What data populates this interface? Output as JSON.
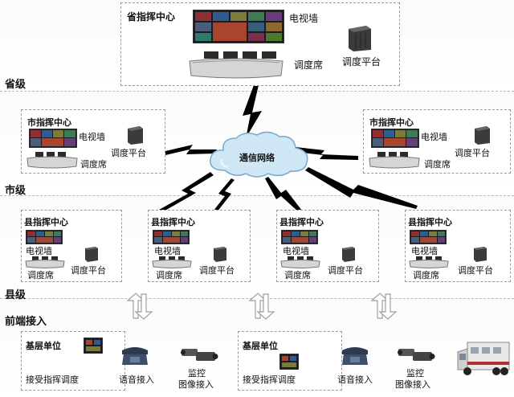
{
  "levels": {
    "province": "省级",
    "city": "市级",
    "county": "县级",
    "frontend": "前端接入"
  },
  "province_center": {
    "title": "省指挥中心",
    "tv_wall": "电视墙",
    "dispatch_seat": "调度席",
    "dispatch_platform": "调度平台"
  },
  "city_centers": [
    {
      "title": "市指挥中心",
      "tv_wall": "电视墙",
      "dispatch_seat": "调度席",
      "dispatch_platform": "调度平台"
    },
    {
      "title": "市指挥中心",
      "tv_wall": "电视墙",
      "dispatch_seat": "调度席",
      "dispatch_platform": "调度平台"
    }
  ],
  "county_centers": [
    {
      "title": "县指挥中心",
      "tv_wall": "电视墙",
      "dispatch_seat": "调度席",
      "dispatch_platform": "调度平台"
    },
    {
      "title": "县指挥中心",
      "tv_wall": "电视墙",
      "dispatch_seat": "调度席",
      "dispatch_platform": "调度平台"
    },
    {
      "title": "县指挥中心",
      "tv_wall": "电视墙",
      "dispatch_seat": "调度席",
      "dispatch_platform": "调度平台"
    },
    {
      "title": "县指挥中心",
      "tv_wall": "电视墙",
      "dispatch_seat": "调度席",
      "dispatch_platform": "调度平台"
    }
  ],
  "network": {
    "label": "通信网络"
  },
  "frontend_units": [
    {
      "title": "基层单位",
      "receive": "接受指挥调度",
      "voice": "语音接入",
      "monitor_line1": "监控",
      "monitor_line2": "图像接入"
    },
    {
      "title": "基层单位",
      "receive": "接受指挥调度",
      "voice": "语音接入",
      "monitor_line1": "监控",
      "monitor_line2": "图像接入"
    }
  ],
  "colors": {
    "lightning": "#000000",
    "cloud": "#cfe6f5",
    "arrow": "#9aa0a6",
    "server": "#3b3b3b",
    "console": "#d8d8d8"
  }
}
